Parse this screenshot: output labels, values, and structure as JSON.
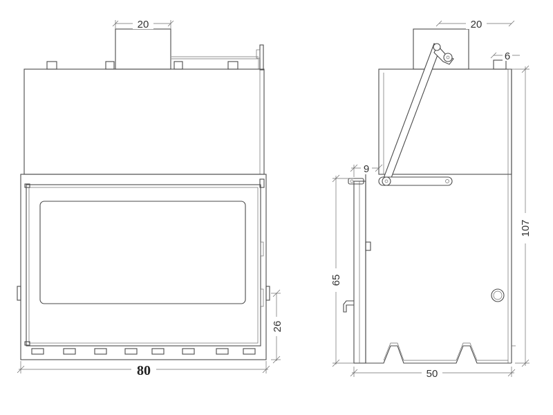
{
  "dimensions": {
    "front_chimney_width": "20",
    "front_total_width": "80",
    "front_lower_height": "26",
    "side_chimney_width": "20",
    "side_stub_width": "6",
    "side_door_offset": "9",
    "side_door_height": "65",
    "side_total_height": "107",
    "side_depth": "50"
  },
  "colors": {
    "line": "#4a4a4a",
    "dimension_text": "#333333"
  }
}
